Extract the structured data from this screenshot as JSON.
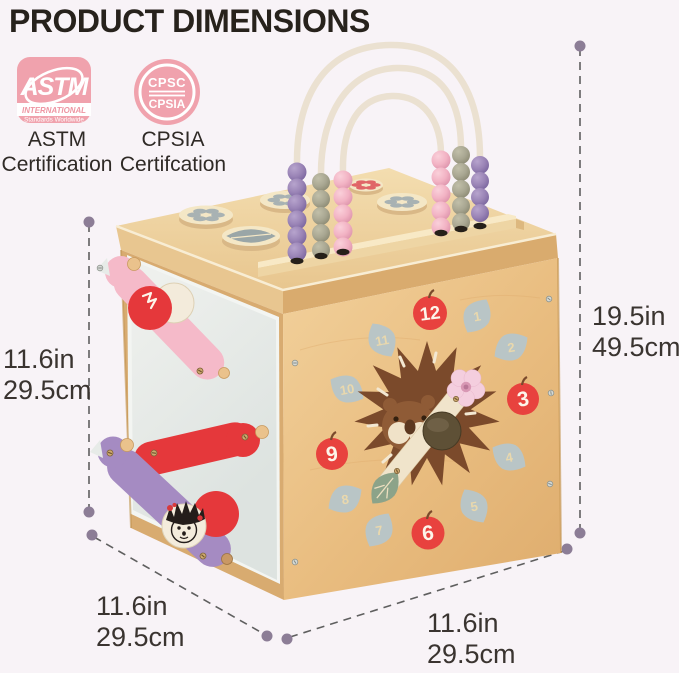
{
  "title": "PRODUCT DIMENSIONS",
  "certifications": {
    "astm": {
      "logo_text": "ASTM",
      "logo_subtext": "INTERNATIONAL",
      "logo_tagline": "Standards Worldwide",
      "label_top": "ASTM",
      "label_bottom": "Certification"
    },
    "cpsia": {
      "logo_top": "CPSC",
      "logo_bottom": "CPSIA",
      "label_top": "CPSIA",
      "label_bottom": "Certifcation"
    }
  },
  "dimensions": {
    "side_height": {
      "inches": "11.6in",
      "centimeters": "29.5cm"
    },
    "total_height": {
      "inches": "19.5in",
      "centimeters": "49.5cm"
    },
    "depth": {
      "inches": "11.6in",
      "centimeters": "29.5cm"
    },
    "width": {
      "inches": "11.6in",
      "centimeters": "29.5cm"
    }
  },
  "clock_numbers": {
    "h1": "1",
    "h2": "2",
    "h3": "3",
    "h4": "4",
    "h5": "5",
    "h6": "6",
    "h7": "7",
    "h8": "8",
    "h9": "9",
    "h10": "10",
    "h11": "11",
    "h12": "12"
  },
  "colors": {
    "background": "#f8f3f7",
    "title_text": "#27221c",
    "label_text": "#2f2a26",
    "dimension_text": "#3a3430",
    "badge_pink": "#f0a2ad",
    "wood_top": "#eed6a6",
    "wood_front": "#e9bd80",
    "panel_gray": "#e4e9e6",
    "latch_pink": "#f5bac9",
    "latch_red": "#e5383b",
    "latch_purple": "#a58bc2",
    "bead_purple": "#9a84b6",
    "bead_pink": "#f2b3c4",
    "bead_sage": "#a9a792",
    "apple_red": "#e8423e",
    "leaf_gray": "#b9c5c6",
    "hedgehog_brown": "#7b4a2b",
    "measure_line": "#5f5f5f",
    "measure_dot": "#8c7d96"
  }
}
